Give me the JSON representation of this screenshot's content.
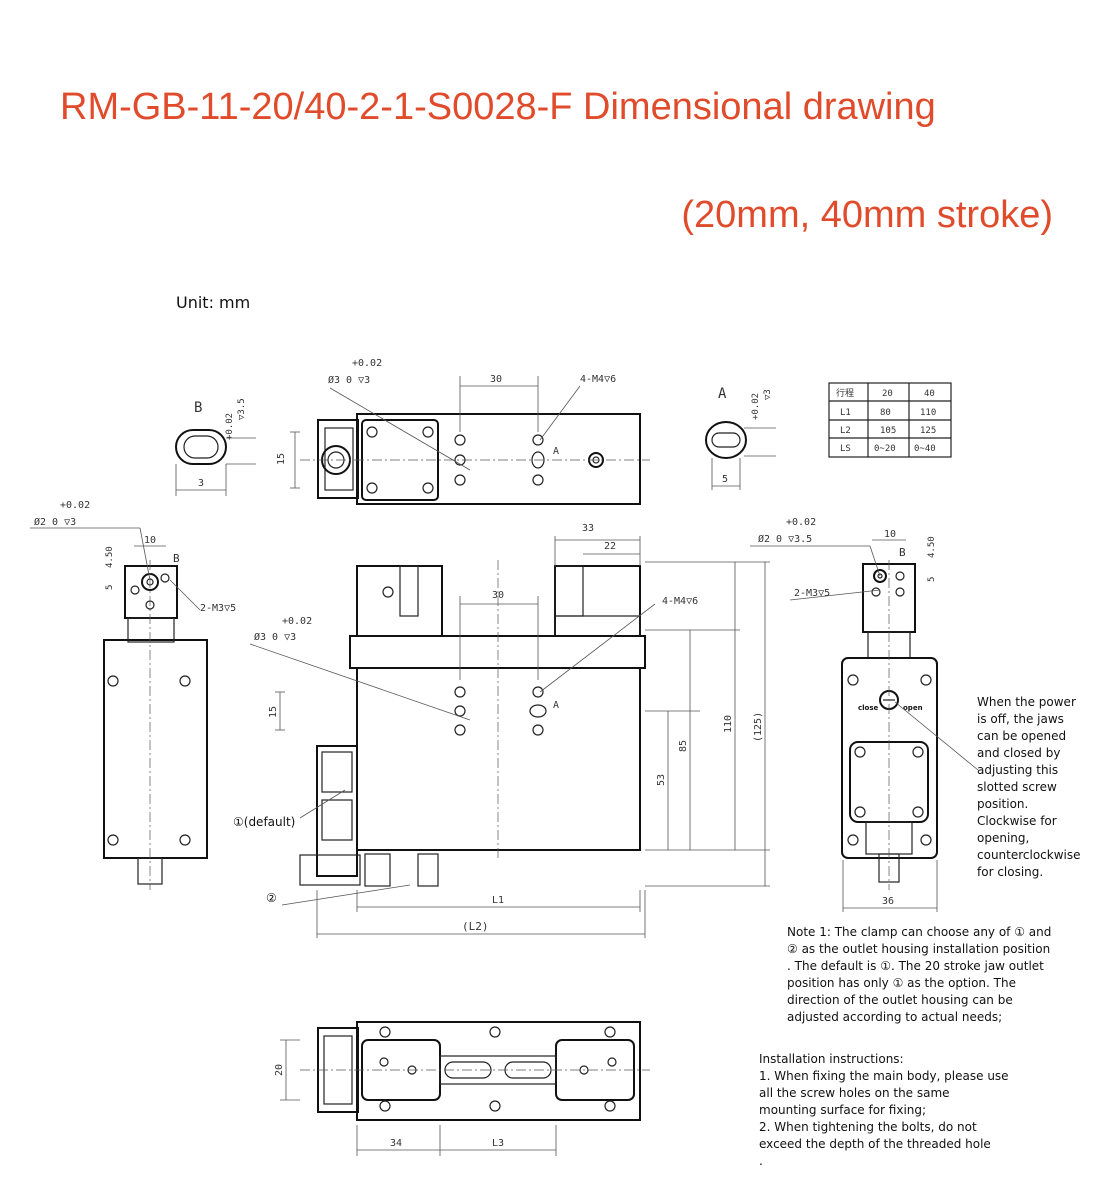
{
  "title": "RM-GB-11-20/40-2-1-S0028-F Dimensional drawing",
  "subtitle": "(20mm, 40mm stroke)",
  "unit_label": "Unit: mm",
  "table": {
    "header": [
      "行程",
      "20",
      "40"
    ],
    "rows": [
      [
        "L1",
        "80",
        "110"
      ],
      [
        "L2",
        "105",
        "125"
      ],
      [
        "LS",
        "0~20",
        "0~40"
      ]
    ]
  },
  "labels": {
    "view_b": "B",
    "view_a": "A",
    "default_pos": "①(default)",
    "pos2": "②",
    "close": "close",
    "open": "open"
  },
  "dims": {
    "d30_top": "30",
    "m4_top": "4-M4▽6",
    "tol": "+0.02",
    "hole3": "Ø3  0  ▽3",
    "d15_top": "15",
    "d3": "3",
    "d5": "5",
    "d35_v": "▽3.5",
    "d3_v": "▽3",
    "d33": "33",
    "d22": "22",
    "d30_mid": "30",
    "m4_mid": "4-M4▽6",
    "d15_mid": "15",
    "d53": "53",
    "d85": "85",
    "d110": "110",
    "d125": "(125)",
    "L1": "L1",
    "L2": "(L2)",
    "left_hole": "Ø2  0  ▽3",
    "left_tol": "+0.02",
    "d10": "10",
    "d450": "4.50",
    "d5l": "5",
    "m3_left": "2-M3▽5",
    "right_hole": "Ø2  0  ▽3.5",
    "right_tol": "+0.02",
    "d10r": "10",
    "d450r": "4.50",
    "d5r": "5",
    "m3_right": "2-M3▽5",
    "d36": "36",
    "d20": "20",
    "d34": "34",
    "L3": "L3"
  },
  "power_note": "When the power is off, the jaws can be opened and closed by adjusting this slotted screw position. Clockwise for opening, counterclockwise for closing.",
  "note1": "Note 1: The clamp can choose any of ① and ② as the outlet housing installation position . The default is ①. The 20 stroke jaw outlet position has only ① as the option. The direction of the outlet housing can be adjusted according to actual needs;",
  "install": {
    "heading": "Installation instructions:",
    "item1": "1. When fixing the main body, please use all the screw holes on the same mounting surface for fixing;",
    "item2": "2. When tightening the bolts, do not exceed the depth of the threaded hole",
    "tail": "."
  },
  "colors": {
    "title": "#e04b2c",
    "line": "#222222"
  }
}
